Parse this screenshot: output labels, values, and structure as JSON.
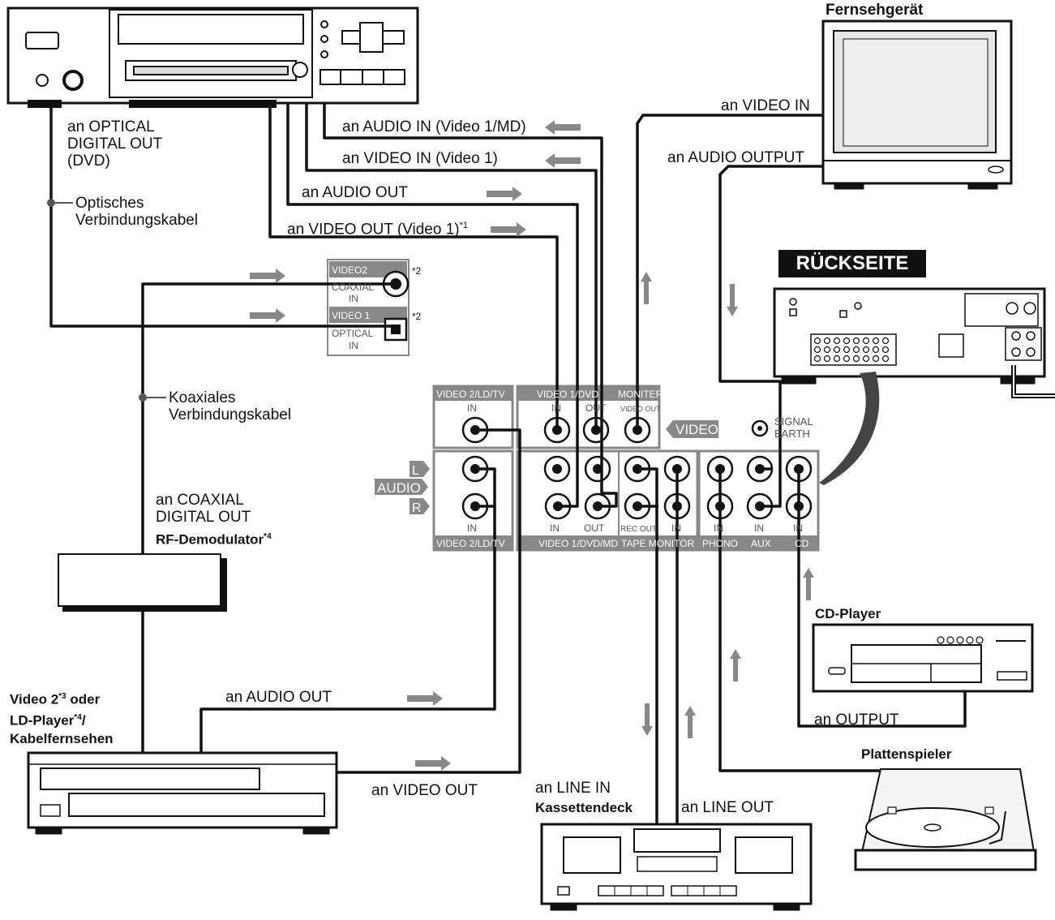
{
  "devices": {
    "tv": "Fernsehgerät",
    "back_panel": "RÜCKSEITE",
    "rf_demodulator": "RF-Demodulator",
    "rf_demodulator_note": "*4",
    "cd_player": "CD-Player",
    "turntable": "Plattenspieler",
    "tape_deck": "Kassettendeck",
    "video2_line1": "Video 2",
    "video2_note1": "*3",
    "video2_line1_tail": "oder",
    "video2_line2": "LD-Player",
    "video2_note2": "*4",
    "video2_line2_tail": "/",
    "video2_line3": "Kabelfernsehen"
  },
  "labels": {
    "optical_out": [
      "an OPTICAL",
      "DIGITAL OUT",
      "(DVD)"
    ],
    "optical_cable": [
      "Optisches",
      "Verbindungskabel"
    ],
    "coaxial_cable": [
      "Koaxiales",
      "Verbindungskabel"
    ],
    "coaxial_out": [
      "an COAXIAL",
      "DIGITAL OUT"
    ],
    "audio_in_video1": "an AUDIO IN (Video 1/MD)",
    "video_in_video1": "an VIDEO IN (Video 1)",
    "audio_out_top": "an AUDIO OUT",
    "video_out_video1": "an VIDEO OUT (Video 1)",
    "video_out_note": "*1",
    "tv_video_in": "an VIDEO IN",
    "tv_audio_output": "an AUDIO OUTPUT",
    "v2_audio_out": "an AUDIO OUT",
    "v2_video_out": "an VIDEO OUT",
    "deck_line_in": "an LINE IN",
    "deck_line_out": "an LINE OUT",
    "cd_output": "an OUTPUT"
  },
  "panel": {
    "video2_in": "VIDEO2",
    "coaxial_in": [
      "COAXIAL",
      "IN"
    ],
    "video1_in": "VIDEO 1",
    "optical_in": [
      "OPTICAL",
      "IN"
    ],
    "note2": "*2",
    "grp_video2_ld_tv": "VIDEO 2/LD/TV",
    "grp_video1_dvd": "VIDEO 1/DVD",
    "grp_monitor": "MONITER",
    "video_out_small": "VIDEO OUT",
    "in": "IN",
    "out": "OUT",
    "video_tag": "VIDEO",
    "audio_tag": "AUDIO",
    "left": "L",
    "right": "R",
    "signal_earth": [
      "SIGNAL",
      "EARTH"
    ],
    "bottom_video2": "VIDEO 2/LD/TV",
    "bottom_video1": "VIDEO 1/DVD/MD",
    "bottom_tape": "TAPE MONITOR",
    "rec_out": "REC OUT",
    "phono": "PHONO",
    "aux": "AUX",
    "cd": "CD"
  }
}
